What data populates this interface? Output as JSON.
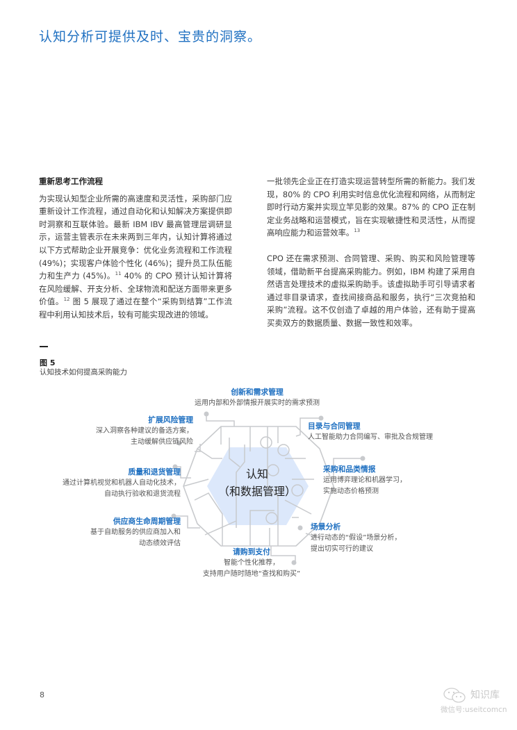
{
  "headline": "认知分析可提供及时、宝贵的洞察。",
  "left_column": {
    "heading": "重新思考工作流程",
    "paragraph_parts": [
      "为实现认知型企业所需的高速度和灵活性，采购部门应重新设计工作流程，通过自动化和认知解决方案提供即时洞察和互联体验。最新 IBM IBV 最高管理层调研显示，运营主管表示在未来两到三年内，认知计算将通过以下方式帮助企业开展竞争：优化业务流程和工作流程 (49%)；实现客户体验个性化 (46%)；提升员工队伍能力和生产力 (45%)。",
      "11",
      " 40% 的 CPO 预计认知计算将在风险缓解、开支分析、全球物流和配送方面带来更多价值。",
      "12",
      " 图 5 展现了通过在整个“采购到结算”工作流程中利用认知技术后，较有可能实现改进的领域。"
    ]
  },
  "right_column": {
    "paragraph1": "一批领先企业正在打造实现运营转型所需的新能力。我们发现，80% 的 CPO 利用实时信息优化流程和网络，从而制定即时行动方案并实现立竿见影的效果。87% 的 CPO 正在制定业务战略和运营模式，旨在实现敏捷性和灵活性，从而提高响应能力和运营效率。",
    "paragraph1_footnote": "13",
    "paragraph2": "CPO 还在需求预测、合同管理、采购、购买和风险管理等领域，借助新平台提高采购能力。例如，IBM 构建了采用自然语言处理技术的虚拟采购助手。该虚拟助手可引导请求者通过非目录请求，查找间接商品和服务，执行“三次竞拍和采购”流程。这不仅创造了卓越的用户体验，还有助于提高买卖双方的数据质量、数据一致性和效率。"
  },
  "figure": {
    "label": "图 5",
    "caption": "认知技术如何提高采购能力",
    "center": {
      "line1": "认知",
      "line2": "（和数据管理）"
    },
    "colors": {
      "accent": "#1f70c1",
      "hex_fill": "#dce8fb",
      "lines": "#c8cacd"
    },
    "nodes": [
      {
        "title": "创新和需求管理",
        "lines": [
          "运用内部和外部情报开展实时的需求预测"
        ]
      },
      {
        "title": "目录与合同管理",
        "lines": [
          "人工智能助力合同编写、审批及合规管理"
        ]
      },
      {
        "title": "采购和品类情报",
        "lines": [
          "运用博弈理论和机器学习，",
          "实施动态价格预测"
        ]
      },
      {
        "title": "场景分析",
        "lines": [
          "进行动态的“假设”场景分析，",
          "提出切实可行的建议"
        ]
      },
      {
        "title": "请购到支付",
        "lines": [
          "智能个性化推荐，",
          "支持用户随时随地“查找和购买”"
        ]
      },
      {
        "title": "供应商生命周期管理",
        "lines": [
          "基于自助服务的供应商加入和",
          "动态绩效评估"
        ]
      },
      {
        "title": "质量和退货管理",
        "lines": [
          "通过计算机视觉和机器人自动化技术，",
          "自动执行验收和退货流程"
        ]
      },
      {
        "title": "扩展风险管理",
        "lines": [
          "深入洞察各种建议的备选方案，",
          "主动缓解供应链风险"
        ]
      }
    ]
  },
  "page_number": "8",
  "watermark": {
    "title": "知识库",
    "subtitle": "微信号:useitcomcn"
  }
}
